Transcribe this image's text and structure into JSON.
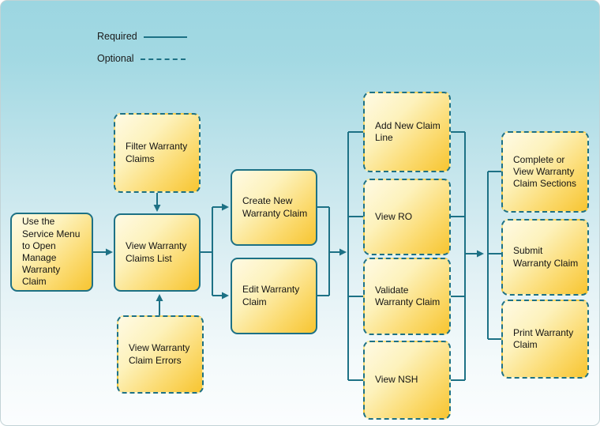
{
  "legend": {
    "required_label": "Required",
    "optional_label": "Optional"
  },
  "colors": {
    "connector": "#1d7185",
    "box_border": "#1d7185",
    "box_fill_light": "#fefae4",
    "box_fill_gold": "#f7c531",
    "background_top": "#9cd6e1",
    "background_bottom": "#fbfdfe"
  },
  "nodes": [
    {
      "id": "use-service-menu",
      "label": "Use the Service Menu to Open Manage Warranty Claim",
      "connector_style": "required"
    },
    {
      "id": "filter-warranty-claims",
      "label": "Filter Warranty Claims",
      "connector_style": "optional"
    },
    {
      "id": "view-warranty-claims-list",
      "label": "View Warranty Claims List",
      "connector_style": "required"
    },
    {
      "id": "view-warranty-claim-errors",
      "label": "View Warranty Claim Errors",
      "connector_style": "optional"
    },
    {
      "id": "create-new-warranty-claim",
      "label": "Create New Warranty Claim",
      "connector_style": "required"
    },
    {
      "id": "edit-warranty-claim",
      "label": "Edit Warranty Claim",
      "connector_style": "required"
    },
    {
      "id": "add-new-claim-line",
      "label": "Add New Claim Line",
      "connector_style": "optional"
    },
    {
      "id": "view-ro",
      "label": "View RO",
      "connector_style": "optional"
    },
    {
      "id": "validate-warranty-claim",
      "label": "Validate Warranty Claim",
      "connector_style": "optional"
    },
    {
      "id": "view-nsh",
      "label": "View NSH",
      "connector_style": "optional"
    },
    {
      "id": "complete-or-view-warranty-claim-sections",
      "label": "Complete or View Warranty Claim Sections",
      "connector_style": "optional"
    },
    {
      "id": "submit-warranty-claim",
      "label": "Submit Warranty Claim",
      "connector_style": "optional"
    },
    {
      "id": "print-warranty-claim",
      "label": "Print Warranty Claim",
      "connector_style": "optional"
    }
  ]
}
